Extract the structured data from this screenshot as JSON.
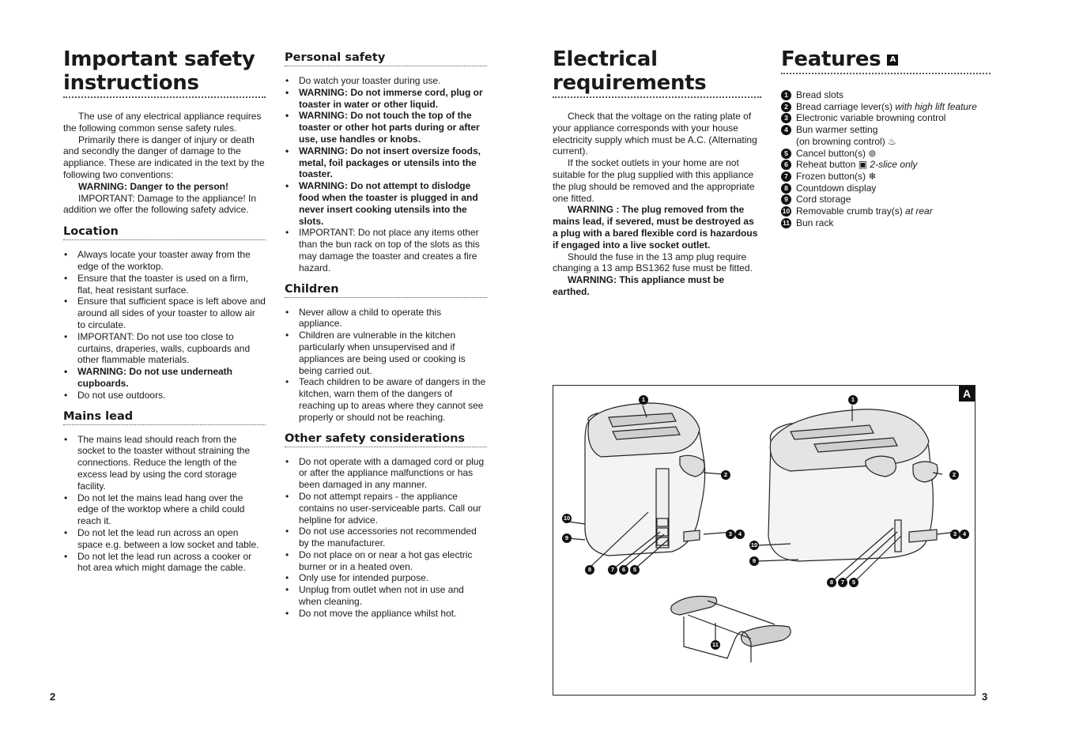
{
  "left_page": {
    "title_line1": "Important safety",
    "title_line2": "instructions",
    "intro_p1": "The use of any electrical appliance requires the following common sense safety rules.",
    "intro_p2": "Primarily there is danger of injury or death and secondly the danger of damage to the appliance. These are indicated in the text by the following two conventions:",
    "intro_warning": "WARNING: Danger to the person!",
    "intro_important": "IMPORTANT: Damage to the appliance! In addition we offer the following safety advice.",
    "location_heading": "Location",
    "location_items": [
      "Always locate your toaster away from the edge of the worktop.",
      "Ensure that the toaster is used on a firm, flat, heat resistant surface.",
      "Ensure that sufficient space is left above and around all sides of your toaster to allow air to circulate.",
      "IMPORTANT: Do not use too close to curtains, draperies, walls, cupboards and other flammable materials.",
      "WARNING: Do not use underneath cupboards.",
      "Do not use outdoors."
    ],
    "mains_heading": "Mains lead",
    "mains_items": [
      "The mains lead should reach from the socket to the toaster without straining the connections. Reduce the length of the excess lead by using the cord storage facility.",
      "Do not let the mains lead hang over the edge of the worktop where a child could reach it.",
      "Do not let the lead run across an open space e.g. between a low socket and table.",
      "Do not let the lead run across a cooker or hot area which might damage the cable."
    ],
    "personal_heading": "Personal safety",
    "personal_items": [
      "Do watch your toaster during use.",
      "WARNING: Do not immerse cord, plug or toaster in water or other liquid.",
      "WARNING: Do not touch the top of the toaster or other hot parts during or after use, use handles or knobs.",
      "WARNING: Do not insert oversize foods, metal, foil packages or utensils into the toaster.",
      "WARNING: Do not attempt to dislodge food when the toaster is plugged in and never insert cooking utensils into the slots.",
      "IMPORTANT: Do not place any items other than the bun rack on top of the slots as this may damage the toaster and creates a fire hazard."
    ],
    "children_heading": "Children",
    "children_items": [
      "Never allow a child to operate this appliance.",
      "Children are vulnerable in the kitchen particularly when unsupervised and if appliances are being used or cooking is being carried out.",
      "Teach children to be aware of dangers in the kitchen, warn them of the dangers of reaching up to areas where they cannot see properly or should not be reaching."
    ],
    "other_heading": "Other safety considerations",
    "other_items": [
      "Do not operate with a damaged cord or plug or after the appliance malfunctions or has been damaged in any manner.",
      "Do not attempt repairs - the appliance contains no user-serviceable parts. Call our helpline for advice.",
      "Do not use accessories not recommended by the manufacturer.",
      "Do not place on or near a hot gas electric burner or in a heated oven.",
      "Only use for intended purpose.",
      "Unplug from outlet when not in use and when cleaning.",
      "Do not move the appliance whilst hot."
    ],
    "page_number": "2"
  },
  "right_page": {
    "elec_title_line1": "Electrical",
    "elec_title_line2": "requirements",
    "elec_p1": "Check that the voltage on the rating plate of your appliance corresponds with your house electricity supply which must be A.C. (Alternating current).",
    "elec_p2": "If the socket outlets in your home are not suitable for the plug supplied with this appliance the plug should be removed and the appropriate one fitted.",
    "elec_warning1": "WARNING : The plug removed from the mains lead, if severed, must be destroyed as a plug with a bared flexible cord is hazardous if engaged into a live socket outlet.",
    "elec_p3": "Should the fuse in the 13 amp plug require changing a 13 amp BS1362 fuse must be fitted.",
    "elec_warning2": "WARNING: This appliance must be earthed.",
    "features_title": "Features",
    "features_badge": "A",
    "features": [
      {
        "n": "1",
        "text": "Bread slots",
        "extra": ""
      },
      {
        "n": "2",
        "text": "Bread carriage lever(s) ",
        "extra": "with high lift feature"
      },
      {
        "n": "3",
        "text": "Electronic variable browning control",
        "extra": ""
      },
      {
        "n": "4",
        "text": "Bun warmer setting",
        "extra": ""
      },
      {
        "n": "5",
        "text": "Cancel button(s) ⊚",
        "extra": ""
      },
      {
        "n": "6",
        "text": "Reheat button ▣ ",
        "extra": "2-slice only"
      },
      {
        "n": "7",
        "text": "Frozen button(s) ❄",
        "extra": ""
      },
      {
        "n": "8",
        "text": "Countdown display",
        "extra": ""
      },
      {
        "n": "9",
        "text": "Cord storage",
        "extra": ""
      },
      {
        "n": "10",
        "text": "Removable crumb tray(s) ",
        "extra": "at rear"
      },
      {
        "n": "11",
        "text": "Bun rack",
        "extra": ""
      }
    ],
    "feature4_line2": "(on browning control) ♨",
    "figure_badge": "A",
    "page_number": "3"
  }
}
